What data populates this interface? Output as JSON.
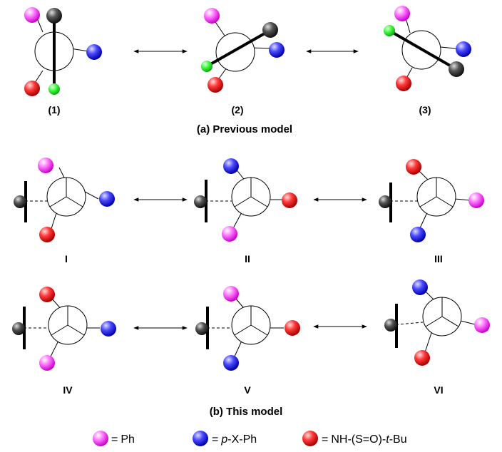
{
  "previous_model": {
    "caption": "(a) Previous model",
    "structures": [
      {
        "label": "(1)"
      },
      {
        "label": "(2)"
      },
      {
        "label": "(3)"
      }
    ]
  },
  "this_model": {
    "caption": "(b) This model",
    "structures": [
      {
        "label": "I"
      },
      {
        "label": "II"
      },
      {
        "label": "III"
      },
      {
        "label": "IV"
      },
      {
        "label": "V"
      },
      {
        "label": "VI"
      }
    ]
  },
  "legend": {
    "ph": {
      "eq": "=",
      "text": "Ph"
    },
    "pxph": {
      "eq": "=",
      "p": "p",
      "rest": "-X-Ph"
    },
    "sulfinamide": {
      "eq": "=",
      "pre": "NH-(S=O)-",
      "t": "t",
      "post": "-Bu"
    }
  },
  "colors": {
    "ph": "#ee33ee",
    "pxph": "#2222ee",
    "sulfinamide": "#ee1111",
    "green": "#33ee33",
    "black_sphere": "#333333"
  },
  "icons": [
    "ball-icon",
    "double-arrow-icon",
    "newman-circle-icon"
  ]
}
